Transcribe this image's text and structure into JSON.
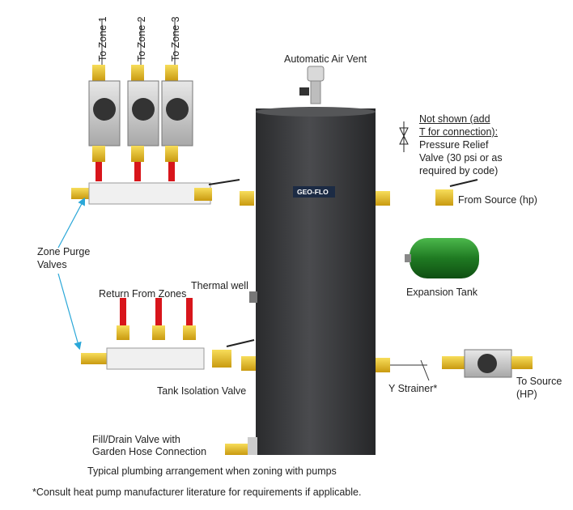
{
  "labels": {
    "zone1": "To Zone 1",
    "zone2": "To Zone 2",
    "zone3": "To Zone 3",
    "air_vent": "Automatic Air Vent",
    "not_shown": "Not shown (add",
    "t_connection": "T for connection):",
    "relief_1": "Pressure Relief",
    "relief_2": "Valve (30 psi or as",
    "relief_3": "required by code)",
    "from_source": "From Source (hp)",
    "brand": "GEO-FLO",
    "purge_1": "Zone Purge",
    "purge_2": "Valves",
    "expansion_tank": "Expansion Tank",
    "thermal_well": "Thermal well",
    "return_zones": "Return From Zones",
    "isolation": "Tank Isolation Valve",
    "y_strainer": "Y Strainer*",
    "to_source_1": "To Source",
    "to_source_2": "(HP)",
    "fill_1": "Fill/Drain Valve with",
    "fill_2": "Garden Hose Connection",
    "caption": "Typical plumbing arrangement when zoning with pumps",
    "footnote": "*Consult heat pump manufacturer literature for requirements if applicable."
  },
  "colors": {
    "tank": "#3a3b3d",
    "brass": "#e7c020",
    "handle_red": "#d8151b",
    "pipe_white": "#f0f0f0",
    "expansion_green": "#2a8a2a",
    "arrow_blue": "#2aa7d8"
  }
}
